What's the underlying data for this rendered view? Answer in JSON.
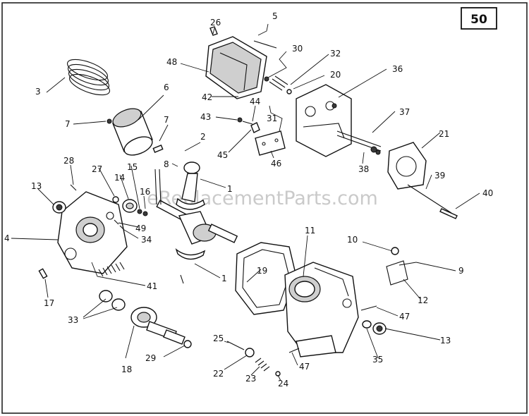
{
  "page_number": "50",
  "watermark": "eReplacementParts.com",
  "labels": [
    {
      "id": "p50-3",
      "text": "3"
    },
    {
      "id": "p50-6",
      "text": "6"
    },
    {
      "id": "p50-7a",
      "text": "7"
    },
    {
      "id": "p50-7b",
      "text": "7"
    },
    {
      "id": "p50-8",
      "text": "8"
    },
    {
      "id": "p50-2",
      "text": "2"
    },
    {
      "id": "p50-1a",
      "text": "1"
    },
    {
      "id": "p50-1b",
      "text": "1"
    },
    {
      "id": "p50-26",
      "text": "26"
    },
    {
      "id": "p50-5",
      "text": "5"
    },
    {
      "id": "p50-48",
      "text": "48"
    },
    {
      "id": "p50-42",
      "text": "42"
    },
    {
      "id": "p50-30",
      "text": "30"
    },
    {
      "id": "p50-32",
      "text": "32"
    },
    {
      "id": "p50-20",
      "text": "20"
    },
    {
      "id": "p50-36",
      "text": "36"
    },
    {
      "id": "p50-43",
      "text": "43"
    },
    {
      "id": "p50-44",
      "text": "44"
    },
    {
      "id": "p50-31",
      "text": "31"
    },
    {
      "id": "p50-45",
      "text": "45"
    },
    {
      "id": "p50-46",
      "text": "46"
    },
    {
      "id": "p50-37",
      "text": "37"
    },
    {
      "id": "p50-38",
      "text": "38"
    },
    {
      "id": "p50-21",
      "text": "21"
    },
    {
      "id": "p50-39",
      "text": "39"
    },
    {
      "id": "p50-40",
      "text": "40"
    },
    {
      "id": "p50-28",
      "text": "28"
    },
    {
      "id": "p50-27",
      "text": "27"
    },
    {
      "id": "p50-15",
      "text": "15"
    },
    {
      "id": "p50-14",
      "text": "14"
    },
    {
      "id": "p50-16",
      "text": "16"
    },
    {
      "id": "p50-13a",
      "text": "13"
    },
    {
      "id": "p50-13b",
      "text": "13"
    },
    {
      "id": "p50-4",
      "text": "4"
    },
    {
      "id": "p50-49",
      "text": "49"
    },
    {
      "id": "p50-34",
      "text": "34"
    },
    {
      "id": "p50-17",
      "text": "17"
    },
    {
      "id": "p50-41",
      "text": "41"
    },
    {
      "id": "p50-33",
      "text": "33"
    },
    {
      "id": "p50-18",
      "text": "18"
    },
    {
      "id": "p50-29",
      "text": "29"
    },
    {
      "id": "p50-25",
      "text": "25"
    },
    {
      "id": "p50-22",
      "text": "22"
    },
    {
      "id": "p50-23",
      "text": "23"
    },
    {
      "id": "p50-24",
      "text": "24"
    },
    {
      "id": "p50-19",
      "text": "19"
    },
    {
      "id": "p50-11",
      "text": "11"
    },
    {
      "id": "p50-10",
      "text": "10"
    },
    {
      "id": "p50-9",
      "text": "9"
    },
    {
      "id": "p50-12",
      "text": "12"
    },
    {
      "id": "p50-47a",
      "text": "47"
    },
    {
      "id": "p50-47b",
      "text": "47"
    },
    {
      "id": "p50-35",
      "text": "35"
    }
  ]
}
